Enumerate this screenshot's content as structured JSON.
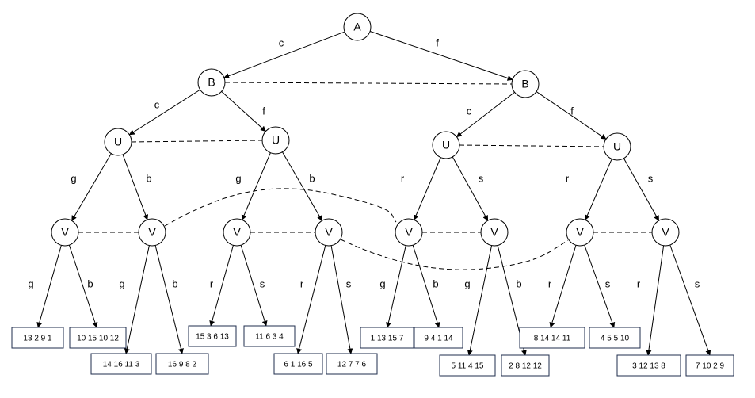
{
  "nodes": {
    "A": "A",
    "B1": "B",
    "B2": "B",
    "U1": "U",
    "U2": "U",
    "U3": "U",
    "U4": "U",
    "V1": "V",
    "V2": "V",
    "V3": "V",
    "V4": "V",
    "V5": "V",
    "V6": "V",
    "V7": "V",
    "V8": "V"
  },
  "edge_labels": {
    "A_B1": "c",
    "A_B2": "f",
    "B1_U1": "c",
    "B1_U2": "f",
    "B2_U3": "c",
    "B2_U4": "f",
    "U1_V1": "g",
    "U1_V2": "b",
    "U2_V3": "g",
    "U2_V4": "b",
    "U3_V5": "r",
    "U3_V6": "s",
    "U4_V7": "r",
    "U4_V8": "s",
    "V1_L1": "g",
    "V1_L2": "b",
    "V2_L3": "g",
    "V2_L4": "b",
    "V3_L5": "r",
    "V3_L6": "s",
    "V4_L7": "r",
    "V4_L8": "s",
    "V5_L9": "g",
    "V5_L10": "b",
    "V6_L11": "g",
    "V6_L12": "b",
    "V7_L13": "r",
    "V7_L14": "s",
    "V8_L15": "r",
    "V8_L16": "s"
  },
  "leaves": {
    "L1": "13 2 9 1",
    "L2": "10 15 10 12",
    "L3": "14 16 11 3",
    "L4": "16 9 8 2",
    "L5": "15 3 6 13",
    "L6": "11 6 3 4",
    "L7": "6 1 16 5",
    "L8": "12 7 7 6",
    "L9": "1 13 15 7",
    "L10": "9 4 1 14",
    "L11": "5 11 4 15",
    "L12": "2 8 12 12",
    "L13": "8 14 14 11",
    "L14": "4 5 5 10",
    "L15": "3 12 13 8",
    "L16": "7 10 2 9"
  }
}
